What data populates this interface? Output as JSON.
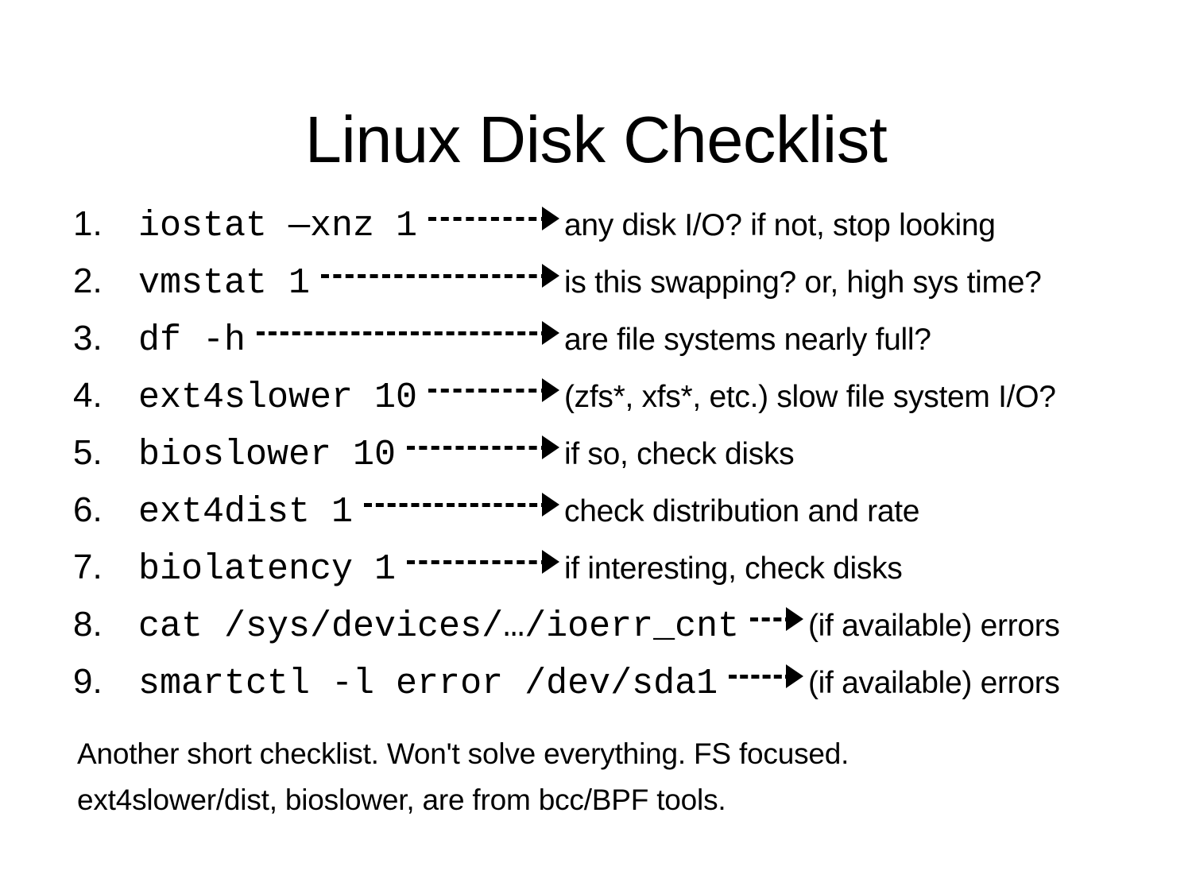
{
  "slide": {
    "title": "Linux Disk Checklist",
    "background_color": "#ffffff",
    "text_color": "#000000"
  },
  "checklist": {
    "items": [
      {
        "number": "1.",
        "command": "iostat —xnz 1",
        "arrow": "dashed-arrow-right",
        "description": "any disk I/O? if not, stop looking"
      },
      {
        "number": "2.",
        "command": "vmstat 1",
        "arrow": "dashed-arrow-right",
        "description": "is this swapping? or, high sys time?"
      },
      {
        "number": "3.",
        "command": "df -h",
        "arrow": "dashed-arrow-right",
        "description": "are file systems nearly full?"
      },
      {
        "number": "4.",
        "command": "ext4slower 10",
        "arrow": "dashed-arrow-right",
        "description": "(zfs*, xfs*, etc.) slow file system I/O?"
      },
      {
        "number": "5.",
        "command": "bioslower 10",
        "arrow": "dashed-arrow-right",
        "description": "if so, check disks"
      },
      {
        "number": "6.",
        "command": "ext4dist 1",
        "arrow": "dashed-arrow-right",
        "description": "check distribution and rate"
      },
      {
        "number": "7.",
        "command": "biolatency 1",
        "arrow": "dashed-arrow-right",
        "description": "if interesting, check disks"
      },
      {
        "number": "8.",
        "command": "cat /sys/devices/…/ioerr_cnt",
        "arrow": "dashed-arrow-right",
        "description": "(if available) errors"
      },
      {
        "number": "9.",
        "command": "smartctl -l error /dev/sda1",
        "arrow": "dashed-arrow-right",
        "description": "(if available) errors"
      }
    ]
  },
  "footer": {
    "line1": "Another short checklist. Won't solve everything. FS focused.",
    "line2": "ext4slower/dist, bioslower, are from bcc/BPF tools."
  }
}
